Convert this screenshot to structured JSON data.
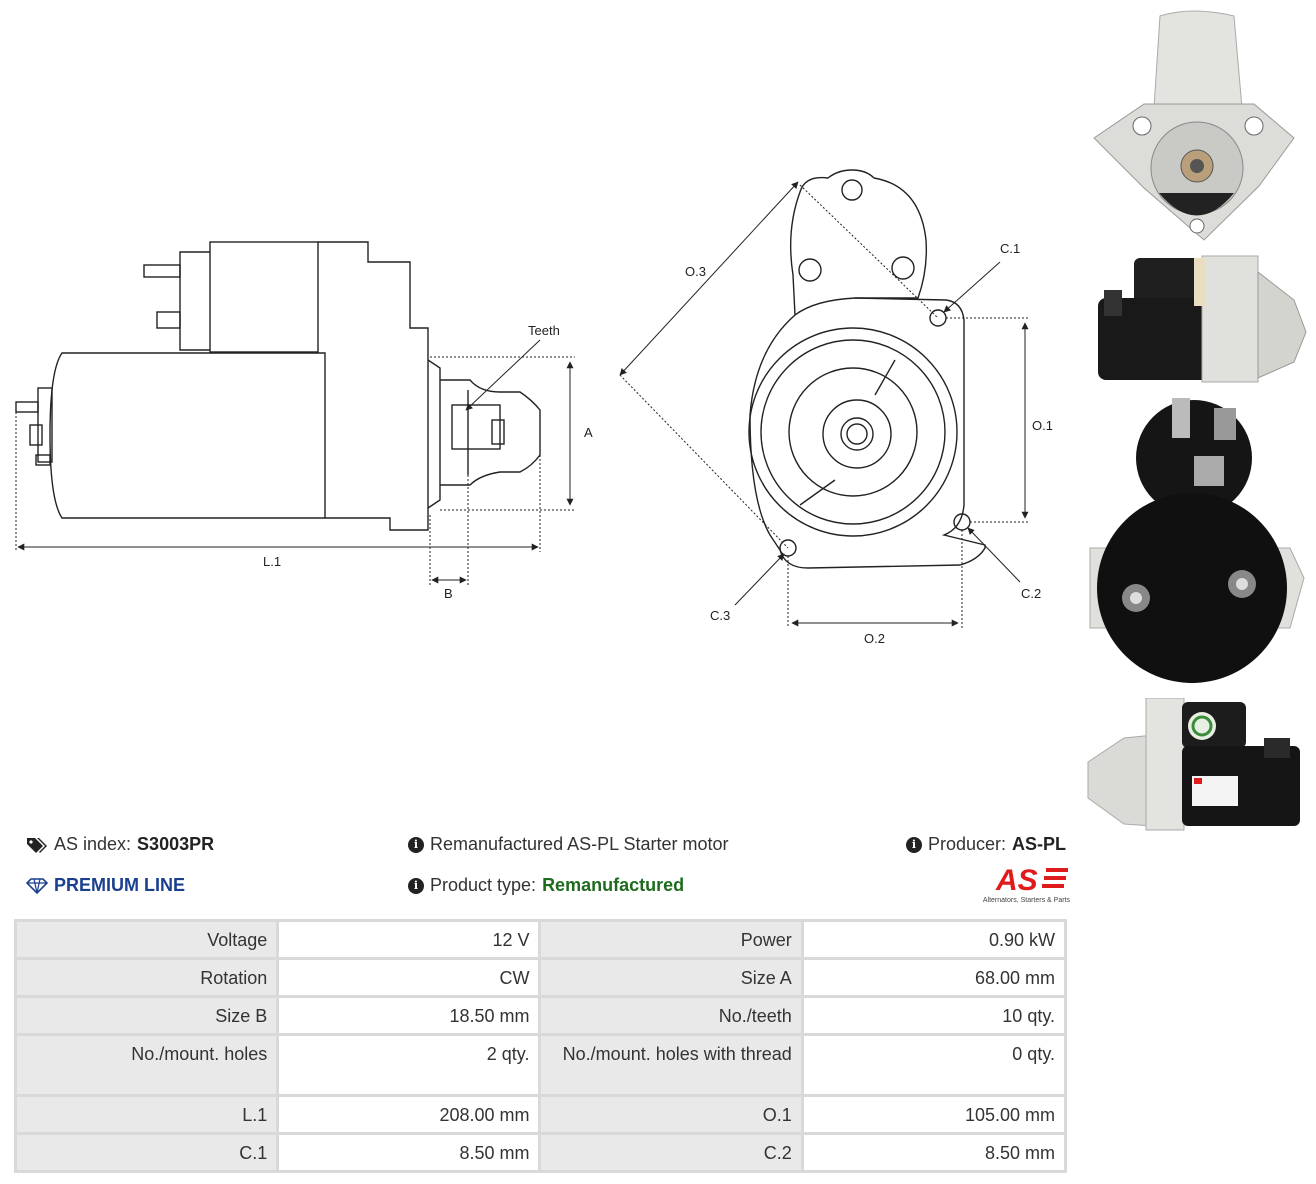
{
  "drawing_labels": {
    "teeth": "Teeth",
    "a": "A",
    "b": "B",
    "l1": "L.1",
    "o1": "O.1",
    "o2": "O.2",
    "o3": "O.3",
    "c1": "C.1",
    "c2": "C.2",
    "c3": "C.3"
  },
  "header": {
    "index_label": "AS index:",
    "index_value": "S3003PR",
    "premium": "PREMIUM LINE",
    "description": "Remanufactured AS-PL Starter motor",
    "type_label": "Product type:",
    "type_value": "Remanufactured",
    "producer_label": "Producer:",
    "producer_value": "AS-PL",
    "logo_text": "AS",
    "logo_sub": "Alternators, Starters & Parts"
  },
  "specs": [
    {
      "k1": "Voltage",
      "v1": "12 V",
      "k2": "Power",
      "v2": "0.90 kW"
    },
    {
      "k1": "Rotation",
      "v1": "CW",
      "k2": "Size A",
      "v2": "68.00 mm"
    },
    {
      "k1": "Size B",
      "v1": "18.50 mm",
      "k2": "No./teeth",
      "v2": "10 qty."
    },
    {
      "k1": "No./mount. holes",
      "v1": "2 qty.",
      "k2": "No./mount. holes with thread",
      "v2": "0 qty."
    },
    {
      "k1": "L.1",
      "v1": "208.00 mm",
      "k2": "O.1",
      "v2": "105.00 mm"
    },
    {
      "k1": "C.1",
      "v1": "8.50 mm",
      "k2": "C.2",
      "v2": "8.50 mm"
    }
  ],
  "colors": {
    "premium": "#1b3f8f",
    "remanufactured": "#1e6b1e",
    "logo_red": "#e01b1b",
    "table_key_bg": "#e9e9e9",
    "table_border": "#d9d9d9"
  },
  "icons": [
    "tags-icon",
    "info-icon",
    "diamond-icon"
  ]
}
